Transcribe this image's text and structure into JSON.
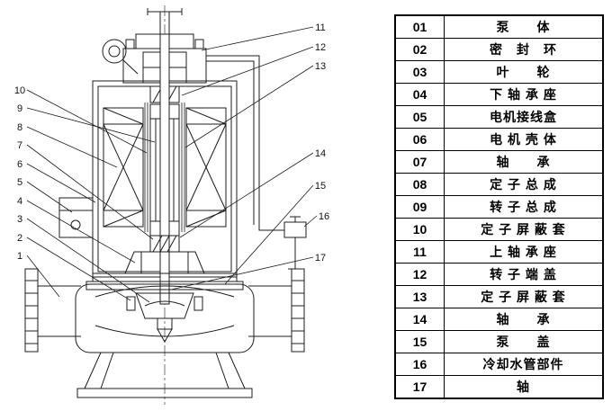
{
  "table": {
    "rows": [
      {
        "num": "01",
        "name": "泵　　体"
      },
      {
        "num": "02",
        "name": "密　封　环"
      },
      {
        "num": "03",
        "name": "叶　　轮"
      },
      {
        "num": "04",
        "name": "下 轴 承 座"
      },
      {
        "num": "05",
        "name": "电机接线盒"
      },
      {
        "num": "06",
        "name": "电 机 壳 体"
      },
      {
        "num": "07",
        "name": "轴　　承"
      },
      {
        "num": "08",
        "name": "定 子 总 成"
      },
      {
        "num": "09",
        "name": "转 子 总 成"
      },
      {
        "num": "10",
        "name": "定 子 屏 蔽 套"
      },
      {
        "num": "11",
        "name": "上 轴 承 座"
      },
      {
        "num": "12",
        "name": "转 子 端 盖"
      },
      {
        "num": "13",
        "name": "定 子 屏 蔽 套"
      },
      {
        "num": "14",
        "name": "轴　　承"
      },
      {
        "num": "15",
        "name": "泵　　盖"
      },
      {
        "num": "16",
        "name": "冷却水管部件"
      },
      {
        "num": "17",
        "name": "轴"
      }
    ]
  },
  "diagram": {
    "callouts": {
      "left": [
        "10",
        "9",
        "8",
        "7",
        "6",
        "5",
        "4",
        "3",
        "2",
        "1"
      ],
      "right": [
        "11",
        "12",
        "13",
        "14",
        "15",
        "16",
        "17"
      ]
    }
  }
}
